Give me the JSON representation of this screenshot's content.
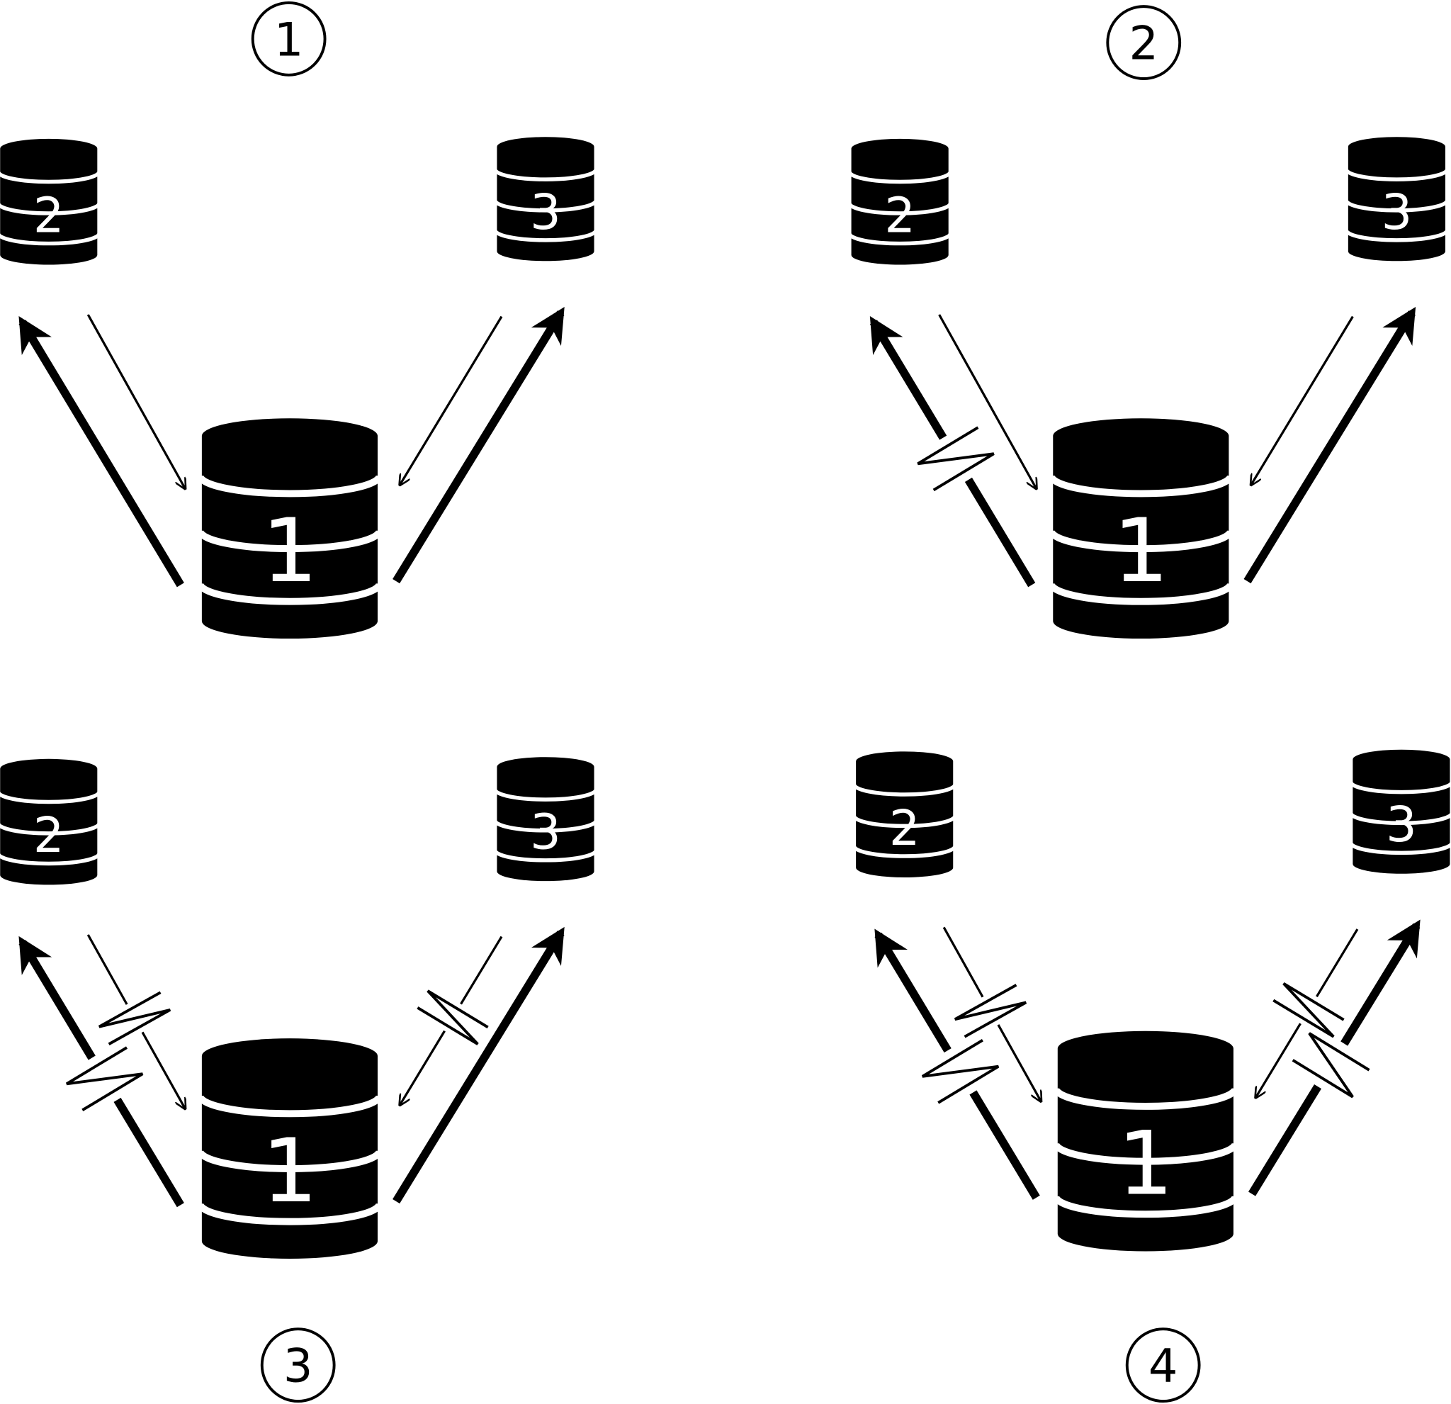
{
  "colors": {
    "foreground": "#000000",
    "background": "#ffffff"
  },
  "databases": {
    "primary": "1",
    "left": "2",
    "right": "3"
  },
  "panels": [
    {
      "label": "1",
      "broken": {
        "left_out": false,
        "left_in": false,
        "right_in": false,
        "right_out": false
      }
    },
    {
      "label": "2",
      "broken": {
        "left_out": true,
        "left_in": false,
        "right_in": false,
        "right_out": false
      }
    },
    {
      "label": "3",
      "broken": {
        "left_out": true,
        "left_in": true,
        "right_in": true,
        "right_out": false
      }
    },
    {
      "label": "4",
      "broken": {
        "left_out": true,
        "left_in": true,
        "right_in": true,
        "right_out": true
      }
    }
  ]
}
